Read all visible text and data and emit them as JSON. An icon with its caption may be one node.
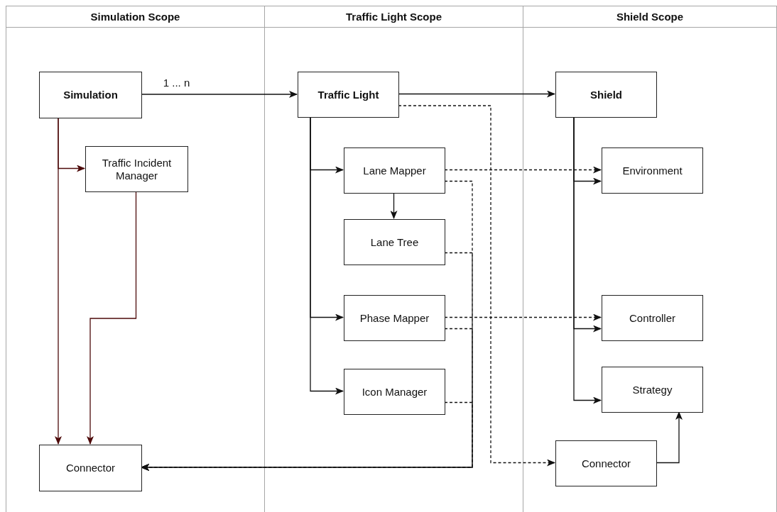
{
  "diagram": {
    "nodes": [
      {
        "text": [
          "Simulation Scope"
        ]
      },
      {
        "text": [
          "Traffic Light Scope"
        ]
      },
      {
        "text": [
          "Shield Scope"
        ]
      },
      {
        "text": [
          "Simulation"
        ],
        "in": 0
      },
      {
        "text": [
          "Traffic Incident Manager"
        ],
        "in": 0
      },
      {
        "text": [
          "Connector"
        ],
        "in": 0
      },
      {
        "text": [
          "Traffic Light"
        ],
        "in": 1
      },
      {
        "text": [
          "Lane Mapper"
        ],
        "in": 1
      },
      {
        "text": [
          "Lane Tree"
        ],
        "in": 1
      },
      {
        "text": [
          "Phase Mapper"
        ],
        "in": 1
      },
      {
        "text": [
          "Icon Manager"
        ],
        "in": 1
      },
      {
        "text": [
          "Shield"
        ],
        "in": 2
      },
      {
        "text": [
          "Environment"
        ],
        "in": 2
      },
      {
        "text": [
          "Controller"
        ],
        "in": 2
      },
      {
        "text": [
          "Strategy"
        ],
        "in": 2
      },
      {
        "text": [
          "Connector"
        ],
        "in": 2
      }
    ],
    "edges": [
      {
        "from": 3,
        "to": 6,
        "arrow": "to",
        "label": "1 ... n"
      },
      {
        "from": 6,
        "to": 11,
        "arrow": "to"
      },
      {
        "from": 3,
        "to": 4,
        "arrow": "to",
        "color": "#4d0a0a"
      },
      {
        "from": 3,
        "to": 5,
        "arrow": "to",
        "color": "#4d0a0a"
      },
      {
        "from": 4,
        "to": 5,
        "arrow": "to",
        "color": "#4d0a0a"
      },
      {
        "from": 6,
        "to": 7,
        "arrow": "to"
      },
      {
        "from": 6,
        "to": 9,
        "arrow": "to"
      },
      {
        "from": 6,
        "to": 10,
        "arrow": "to"
      },
      {
        "from": 7,
        "to": 8,
        "arrow": "to"
      },
      {
        "from": 11,
        "to": 12,
        "arrow": "to"
      },
      {
        "from": 11,
        "to": 13,
        "arrow": "to"
      },
      {
        "from": 11,
        "to": 14,
        "arrow": "to"
      },
      {
        "from": 15,
        "to": 14,
        "arrow": "to"
      },
      {
        "from": 7,
        "to": 12,
        "arrow": "to",
        "style": "dashed"
      },
      {
        "from": 9,
        "to": 13,
        "arrow": "to",
        "style": "dashed"
      },
      {
        "from": 6,
        "to": 15,
        "arrow": "to",
        "style": "dashed"
      },
      {
        "from": 7,
        "to": 5,
        "arrow": "to",
        "style": "dashed"
      },
      {
        "from": 8,
        "to": 5,
        "arrow": "to",
        "style": "dashed"
      },
      {
        "from": 9,
        "to": 5,
        "arrow": "to",
        "style": "dashed"
      },
      {
        "from": 10,
        "to": 5,
        "arrow": "to",
        "style": "dashed"
      }
    ]
  }
}
